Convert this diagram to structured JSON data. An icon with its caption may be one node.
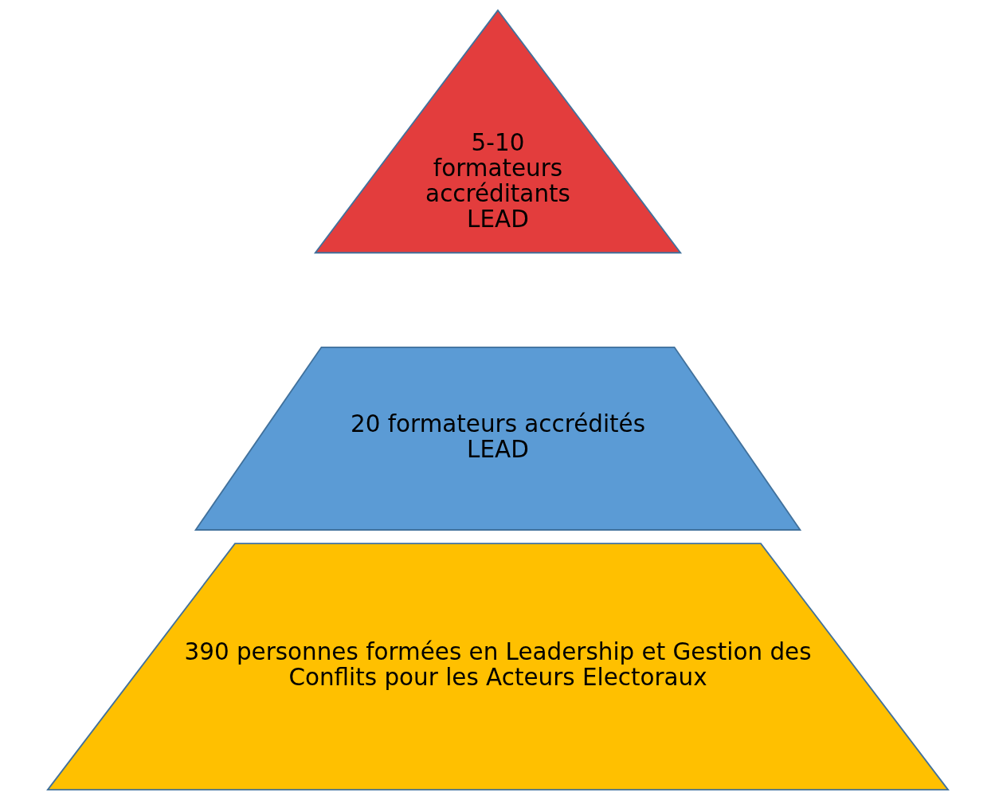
{
  "diagram": {
    "nodes": [
      {
        "text": [
          "5-10 formateurs accréditants LEAD"
        ]
      },
      {
        "text": [
          "20 formateurs accrédités LEAD"
        ]
      },
      {
        "text": [
          "390 personnes formées en Leadership et Gestion des Conflits pour les Acteurs Electoraux"
        ]
      }
    ]
  }
}
